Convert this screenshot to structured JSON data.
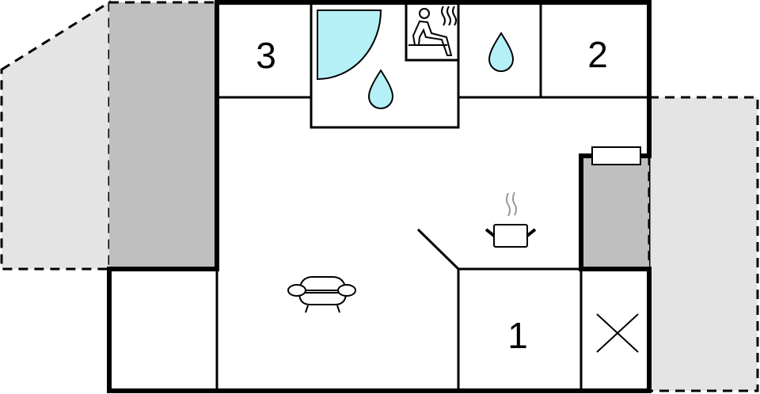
{
  "floor_plan": {
    "title": "",
    "colors": {
      "wall": "#000000",
      "terrace": "#e4e4e4",
      "unheated": "#bfbfbf",
      "water": "#b5f0f7",
      "steam": "#999999",
      "background": "#ffffff"
    },
    "rooms": [
      {
        "id": "bedroom-3",
        "label": "3",
        "type": "bedroom"
      },
      {
        "id": "bathroom-sauna",
        "label": "",
        "type": "bathroom",
        "icons": [
          "shower-icon",
          "water-drop-icon",
          "sauna-icon"
        ]
      },
      {
        "id": "wc",
        "label": "",
        "type": "toilet",
        "icons": [
          "water-drop-icon"
        ]
      },
      {
        "id": "bedroom-2",
        "label": "2",
        "type": "bedroom"
      },
      {
        "id": "living-kitchen",
        "label": "",
        "type": "living-room",
        "icons": [
          "armchair-icon",
          "cooking-pot-icon"
        ]
      },
      {
        "id": "bedroom-1",
        "label": "1",
        "type": "bedroom"
      },
      {
        "id": "storage",
        "label": "",
        "type": "storage",
        "icons": [
          "cross-icon"
        ]
      },
      {
        "id": "entry-room",
        "label": "",
        "type": "room"
      },
      {
        "id": "left-covered-area",
        "label": "",
        "type": "covered-area"
      },
      {
        "id": "right-covered-area",
        "label": "",
        "type": "covered-area"
      },
      {
        "id": "left-terrace",
        "label": "",
        "type": "terrace"
      },
      {
        "id": "right-terrace",
        "label": "",
        "type": "terrace"
      }
    ],
    "labels": {
      "room_1": "1",
      "room_2": "2",
      "room_3": "3"
    }
  }
}
